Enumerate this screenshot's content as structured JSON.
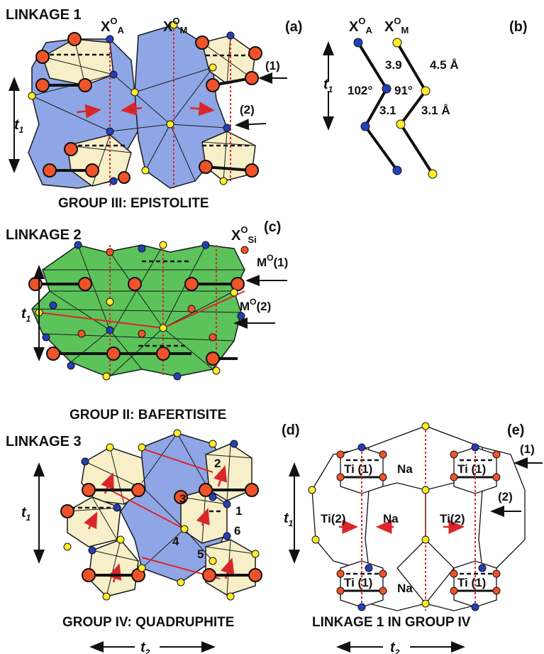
{
  "colors": {
    "blue_poly": "#8fa6e6",
    "yellow_poly": "#f6efc8",
    "green_poly": "#5cc35a",
    "red_atom": "#f0532a",
    "blue_atom": "#2440b8",
    "yellow_atom": "#ffec2b",
    "red_line": "#d9262a"
  },
  "panel_a": {
    "title": "LINKAGE 1",
    "letter": "(a)",
    "label_xa": "X",
    "label_xa_sup": "O",
    "label_xa_sub": "A",
    "label_xm": "X",
    "label_xm_sup": "O",
    "label_xm_sub": "M",
    "arrow1": "(1)",
    "arrow2": "(2)",
    "t1": "t",
    "t1_sub": "1",
    "caption": "GROUP III: EPISTOLITE"
  },
  "panel_b": {
    "letter": "(b)",
    "label_xa": "X",
    "label_xa_sup": "O",
    "label_xa_sub": "A",
    "label_xm": "X",
    "label_xm_sup": "O",
    "label_xm_sub": "M",
    "t1": "t",
    "t1_sub": "1",
    "d1": "3.9",
    "d2": "4.5 Å",
    "a1": "102°",
    "a2": "91°",
    "d3": "3.1",
    "d4": "3.1 Å"
  },
  "panel_c": {
    "title": "LINKAGE 2",
    "letter": "(c)",
    "label_xsi": "X",
    "label_xsi_sup": "O",
    "label_xsi_sub": "Si",
    "m1": "M",
    "m1_sup": "O",
    "m1_rest": "(1)",
    "m2": "M",
    "m2_sup": "O",
    "m2_rest": "(2)",
    "t1": "t",
    "t1_sub": "1",
    "caption": "GROUP II: BAFERTISITE"
  },
  "panel_d": {
    "title": "LINKAGE 3",
    "letter": "(d)",
    "t1": "t",
    "t1_sub": "1",
    "n1": "1",
    "n2": "2",
    "n3": "3",
    "n4": "4",
    "n5": "5",
    "n6": "6",
    "caption": "GROUP IV: QUADRUPHITE",
    "t2": "t",
    "t2_sub": "2"
  },
  "panel_e": {
    "letter": "(e)",
    "ti1_a": "Ti (1)",
    "ti1_b": "Ti (1)",
    "ti1_c": "Ti (1)",
    "ti1_d": "Ti (1)",
    "ti2_a": "Ti(2)",
    "ti2_b": "Ti(2)",
    "na_a": "Na",
    "na_b": "Na",
    "na_c": "Na",
    "arrow1": "(1)",
    "arrow2": "(2)",
    "t1": "t",
    "t1_sub": "1",
    "caption": "LINKAGE 1 IN GROUP IV",
    "t2": "t",
    "t2_sub": "2"
  }
}
